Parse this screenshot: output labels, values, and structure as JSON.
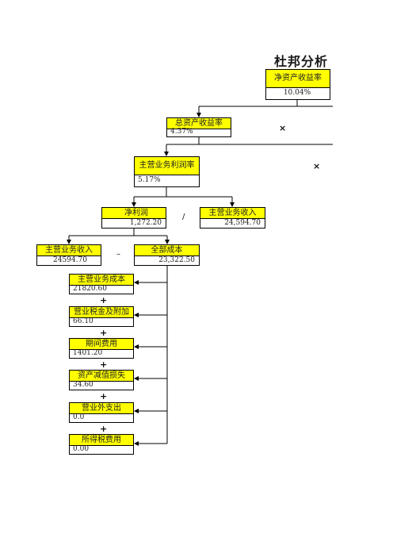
{
  "title": "杜邦分析",
  "boxes": {
    "roe": {
      "label": "净资产收益率",
      "value": "10.04%"
    },
    "roa": {
      "label": "总资产收益率",
      "value": "4.37%"
    },
    "margin": {
      "label": "主营业务利润率",
      "value": "5.17%"
    },
    "net_profit": {
      "label": "净利润",
      "value": "1,272.20"
    },
    "revenue_top": {
      "label": "主营业务收入",
      "value": "24,594.70"
    },
    "revenue_left": {
      "label": "主营业务收入",
      "value": "24594.70"
    },
    "total_cost": {
      "label": "全部成本",
      "value": "23,322.50"
    },
    "cost_main": {
      "label": "主营业务成本",
      "value": "21820.60"
    },
    "tax_surcharge": {
      "label": "营业税金及附加",
      "value": "66.10"
    },
    "period_expense": {
      "label": "期间费用",
      "value": "1401.20"
    },
    "impairment": {
      "label": "资产减值损失",
      "value": "34.60"
    },
    "non_op": {
      "label": "营业外支出",
      "value": "0.0"
    },
    "income_tax": {
      "label": "所得税费用",
      "value": "0.00"
    }
  },
  "operators": {
    "multiply": "×",
    "divide": "/",
    "minus": "–",
    "plus": "+"
  }
}
